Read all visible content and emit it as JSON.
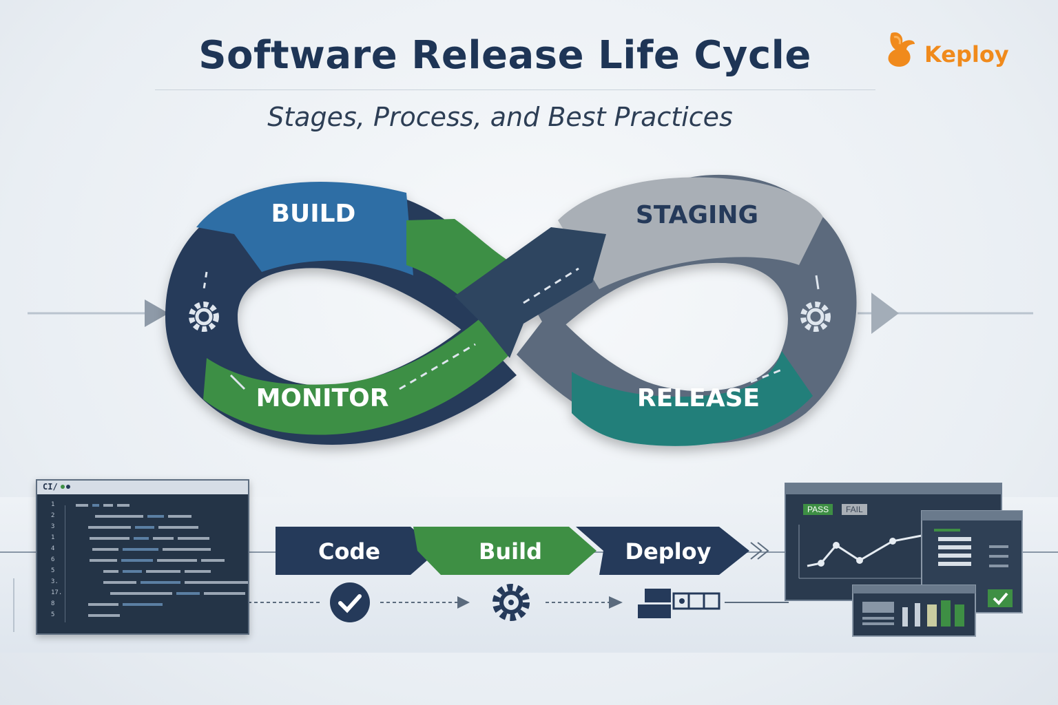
{
  "header": {
    "title": "Software Release Life Cycle",
    "subtitle": "Stages, Process, and Best Practices"
  },
  "brand": {
    "name": "Keploy",
    "color": "#f08a1c"
  },
  "cycle": {
    "stages": [
      {
        "label": "BUILD",
        "color": "#2f6ea5"
      },
      {
        "label": "STAGING",
        "color": "#a9afb6"
      },
      {
        "label": "RELEASE",
        "color": "#227f7a"
      },
      {
        "label": "MONITOR",
        "color": "#3e8f44"
      }
    ],
    "icons": [
      "gear-icon",
      "gear-icon"
    ]
  },
  "pipeline": {
    "steps": [
      {
        "label": "Code",
        "color": "#253a5a",
        "icon": "check-circle-icon"
      },
      {
        "label": "Build",
        "color": "#3e8f44",
        "icon": "gear-icon"
      },
      {
        "label": "Deploy",
        "color": "#253a5a",
        "icon": "servers-icon"
      }
    ]
  },
  "code_window": {
    "title": "CI/",
    "line_numbers": [
      "1",
      "2",
      "3",
      "1",
      "4",
      "6",
      "5",
      "3.",
      "17.",
      "8",
      "5"
    ]
  },
  "dashboard": {
    "pass_label": "PASS",
    "fail_label": "FAIL",
    "icons": [
      "line-chart-icon",
      "list-icon",
      "bar-chart-icon",
      "check-icon"
    ]
  }
}
